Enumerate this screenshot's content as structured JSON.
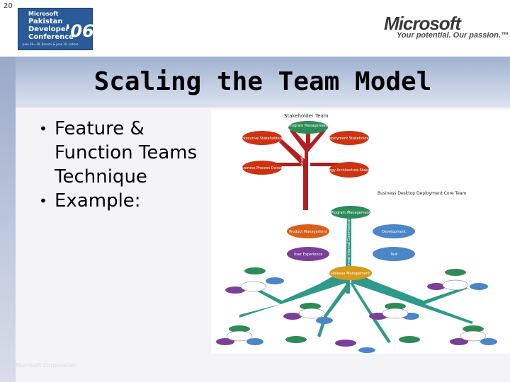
{
  "slide_number": "20",
  "event_logo": {
    "brand": "Microsoft",
    "lines": [
      "Pakistan",
      "Developer",
      "Conference"
    ],
    "year": "'06",
    "dates": "June 28—30, Karachi & June 30, Lahore"
  },
  "company_logo": {
    "wordmark": "Microsoft",
    "tagline": "Your potential. Our passion.™"
  },
  "title": "Scaling the Team Model",
  "bullets": [
    "Feature & Function Teams Technique",
    "Example:"
  ],
  "diagram": {
    "top_label": "Stakeholder Team",
    "core_label": "Business Desktop Deployment Core Team",
    "stakeholders": [
      "Program Management",
      "Executive Stakeholders",
      "Deployment Stakeholders",
      "Business Process Owners",
      "Technology Architecture Stakeholders"
    ],
    "core_roles": [
      "Program Management",
      "Product Management",
      "Development",
      "User Experience",
      "Test",
      "Release Management"
    ],
    "vertical_label_1": "Formal Stakeholder Communication",
    "vertical_label_2": "Formal Internal Communication",
    "colors": {
      "stakeholder": "#cc3311",
      "program": "#2e8b57",
      "product": "#d9601a",
      "development": "#4a86c8",
      "user_experience": "#7b3f98",
      "release": "#d89a1a",
      "trunk": "#2f9a8a",
      "red_trunk": "#b21f1f"
    }
  },
  "footer": "Microsoft Corporation"
}
